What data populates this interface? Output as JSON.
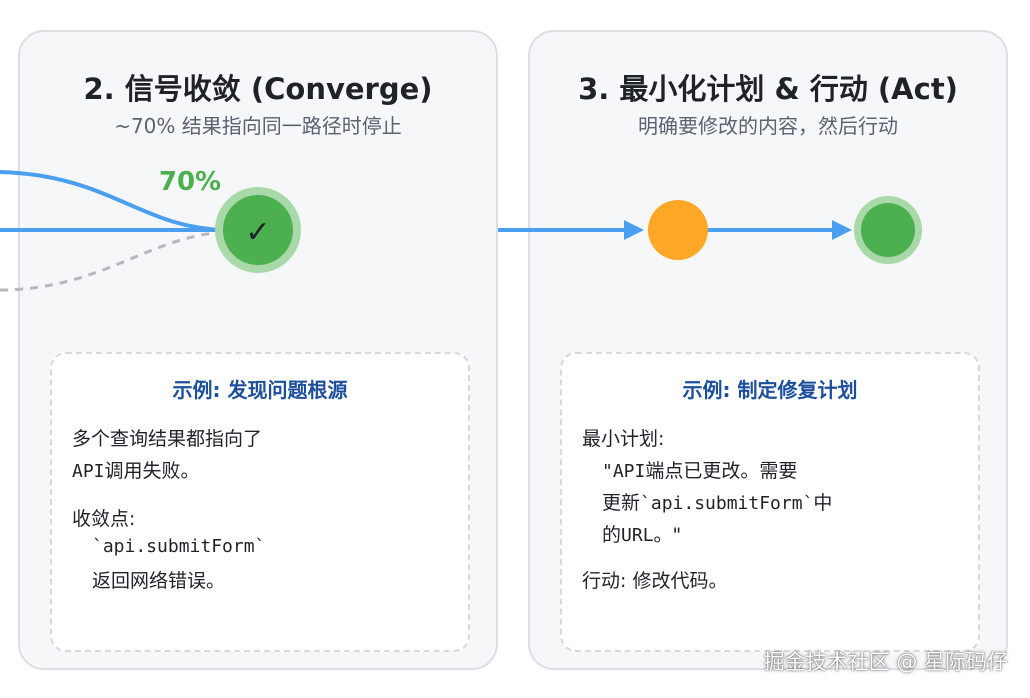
{
  "panels": {
    "converge": {
      "title": "2. 信号收敛 (Converge)",
      "subtitle": "~70% 结果指向同一路径时停止",
      "percent_label": "70%",
      "check_glyph": "✓",
      "example": {
        "title": "示例: 发现问题根源",
        "line1": "多个查询结果都指向了",
        "line2a": "API",
        "line2b": "调用失败。",
        "line3": "收敛点:",
        "line4": "`api.submitForm`",
        "line5": "返回网络错误。"
      }
    },
    "act": {
      "title": "3. 最小化计划 & 行动 (Act)",
      "subtitle": "明确要修改的内容，然后行动",
      "example": {
        "title": "示例: 制定修复计划",
        "line1": "最小计划:",
        "line2a": "\"API",
        "line2b": "端点已更改。需要",
        "line3a": "更新",
        "line3b": "`api.submitForm`",
        "line3c": "中",
        "line4a": "的",
        "line4b": "URL",
        "line4c": "。\"",
        "line5": "行动: 修改代码。"
      }
    }
  },
  "colors": {
    "flow_blue": "#4a9ff0",
    "dashed_gray": "#b5b8bd",
    "node_green": "#4caf50",
    "node_green_ring": "#a9d9a9",
    "node_orange": "#ffa726",
    "percent_green": "#4caf50"
  },
  "icons": {
    "converge_node": "check-icon",
    "arrow": "arrow-right-icon"
  },
  "watermark": "掘金技术社区 @ 星际码仔"
}
